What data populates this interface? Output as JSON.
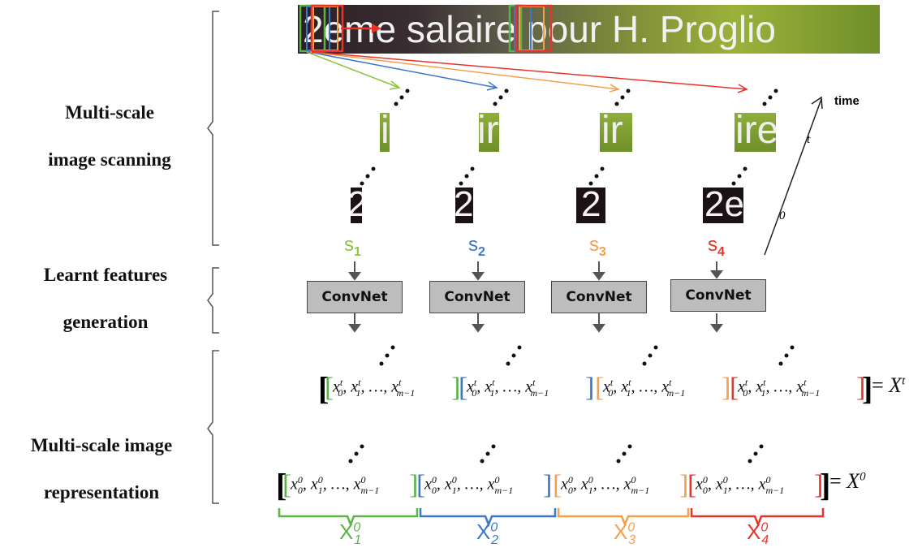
{
  "stages": {
    "scanning": [
      "Multi-scale",
      "image scanning"
    ],
    "features": [
      "Learnt features",
      "generation"
    ],
    "representation": [
      "Multi-scale image",
      "representation"
    ]
  },
  "banner_text": "2eme salaire pour H. Proglio",
  "scales": [
    {
      "base": "s",
      "sub": "1",
      "color": "#8cc63e"
    },
    {
      "base": "s",
      "sub": "2",
      "color": "#3c78c8"
    },
    {
      "base": "s",
      "sub": "3",
      "color": "#f4a04a"
    },
    {
      "base": "s",
      "sub": "4",
      "color": "#e8332b"
    }
  ],
  "crops_top": [
    "i",
    "ir",
    "ir",
    "ire"
  ],
  "crops_bottom": [
    "2",
    "2",
    "2",
    "2e"
  ],
  "convnet_label": "ConvNet",
  "time_axis": {
    "label": "time",
    "start": "0",
    "end": "t"
  },
  "sequence_t": {
    "terms": [
      "x",
      "x",
      "x"
    ],
    "superscript": "t",
    "subscripts": [
      "0",
      "1",
      "m−1"
    ],
    "separator": ", ",
    "ellipsis": "…, "
  },
  "sequence_0": {
    "superscript": "0"
  },
  "result_t": {
    "symbol": "X",
    "sup": "t"
  },
  "result_0": {
    "symbol": "X",
    "sup": "0"
  },
  "x_labels": [
    {
      "base": "X",
      "sub": "1",
      "sup": "0",
      "color": "#5ab548"
    },
    {
      "base": "X",
      "sub": "2",
      "sup": "0",
      "color": "#3c78c8"
    },
    {
      "base": "X",
      "sub": "3",
      "sup": "0",
      "color": "#f4a04a"
    },
    {
      "base": "X",
      "sub": "4",
      "sup": "0",
      "color": "#e8332b"
    }
  ],
  "colors": {
    "green": "#5ab548",
    "lightgreen": "#8cc63e",
    "blue": "#3c78c8",
    "orange": "#f4a04a",
    "red": "#e8332b",
    "gray": "#555555"
  }
}
